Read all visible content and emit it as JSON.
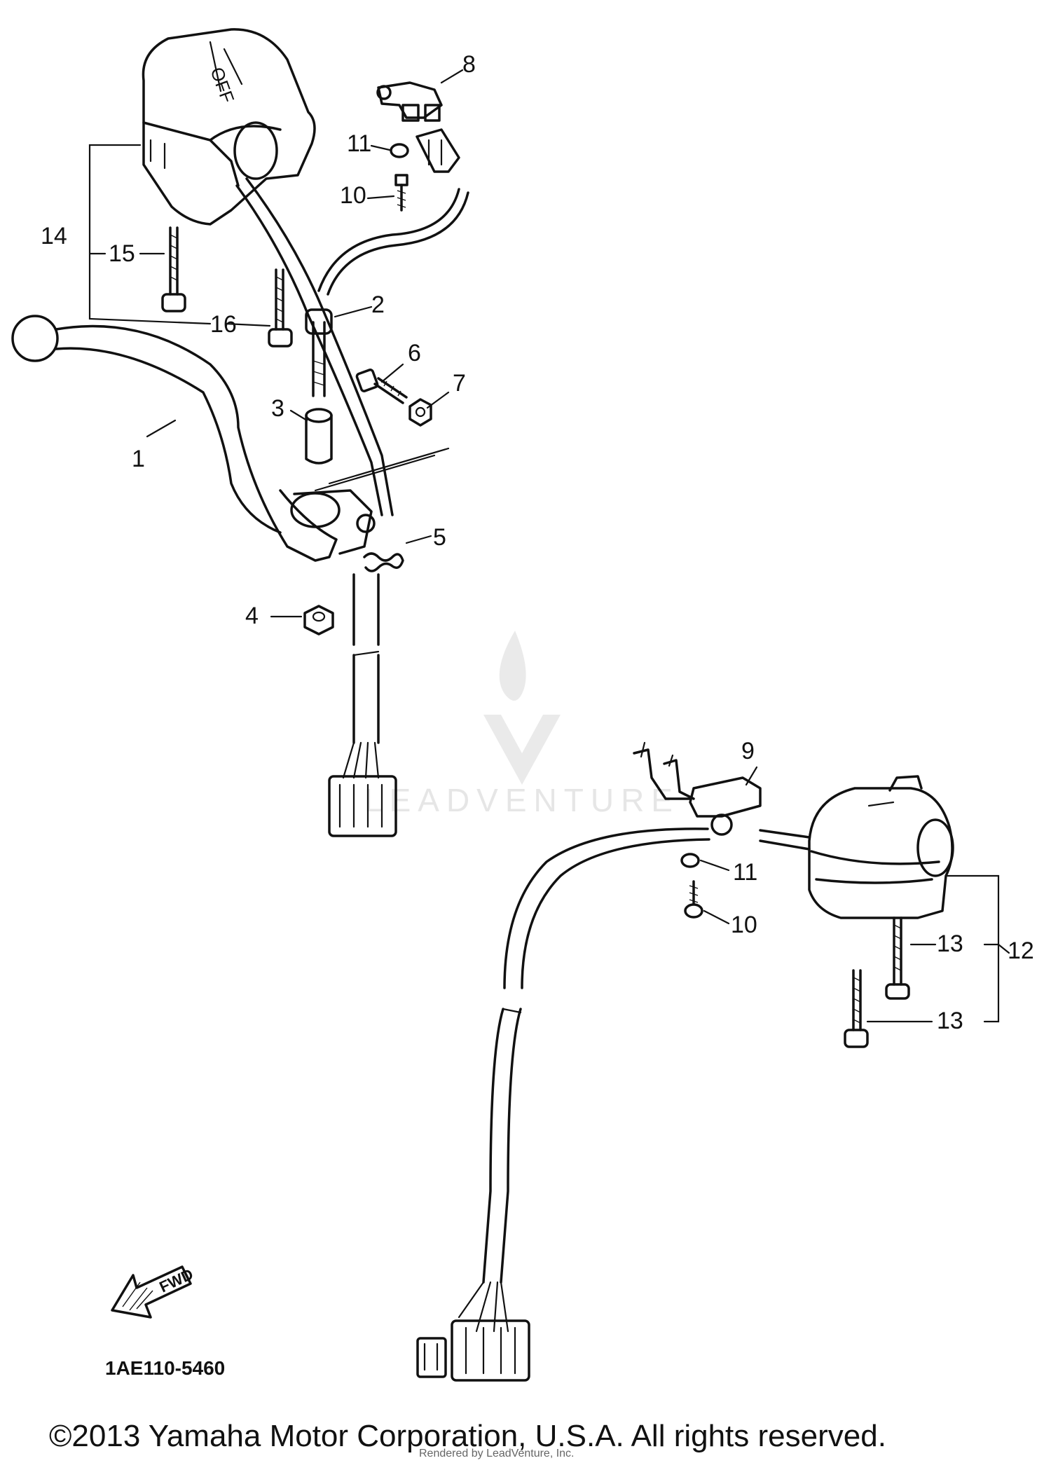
{
  "callouts": {
    "c1": "1",
    "c2": "2",
    "c3": "3",
    "c4": "4",
    "c5": "5",
    "c6": "6",
    "c7": "7",
    "c8": "8",
    "c9": "9",
    "c10a": "10",
    "c10b": "10",
    "c11a": "11",
    "c11b": "11",
    "c12": "12",
    "c13a": "13",
    "c13b": "13",
    "c14": "14",
    "c15": "15",
    "c16": "16"
  },
  "diagram_code": "1AE110-5460",
  "fwd_label": "FWD",
  "copyright": "©2013 Yamaha Motor Corporation, U.S.A. All rights reserved.",
  "render_credit": "Rendered by LeadVenture, Inc.",
  "watermark": "LEADVENTURE"
}
